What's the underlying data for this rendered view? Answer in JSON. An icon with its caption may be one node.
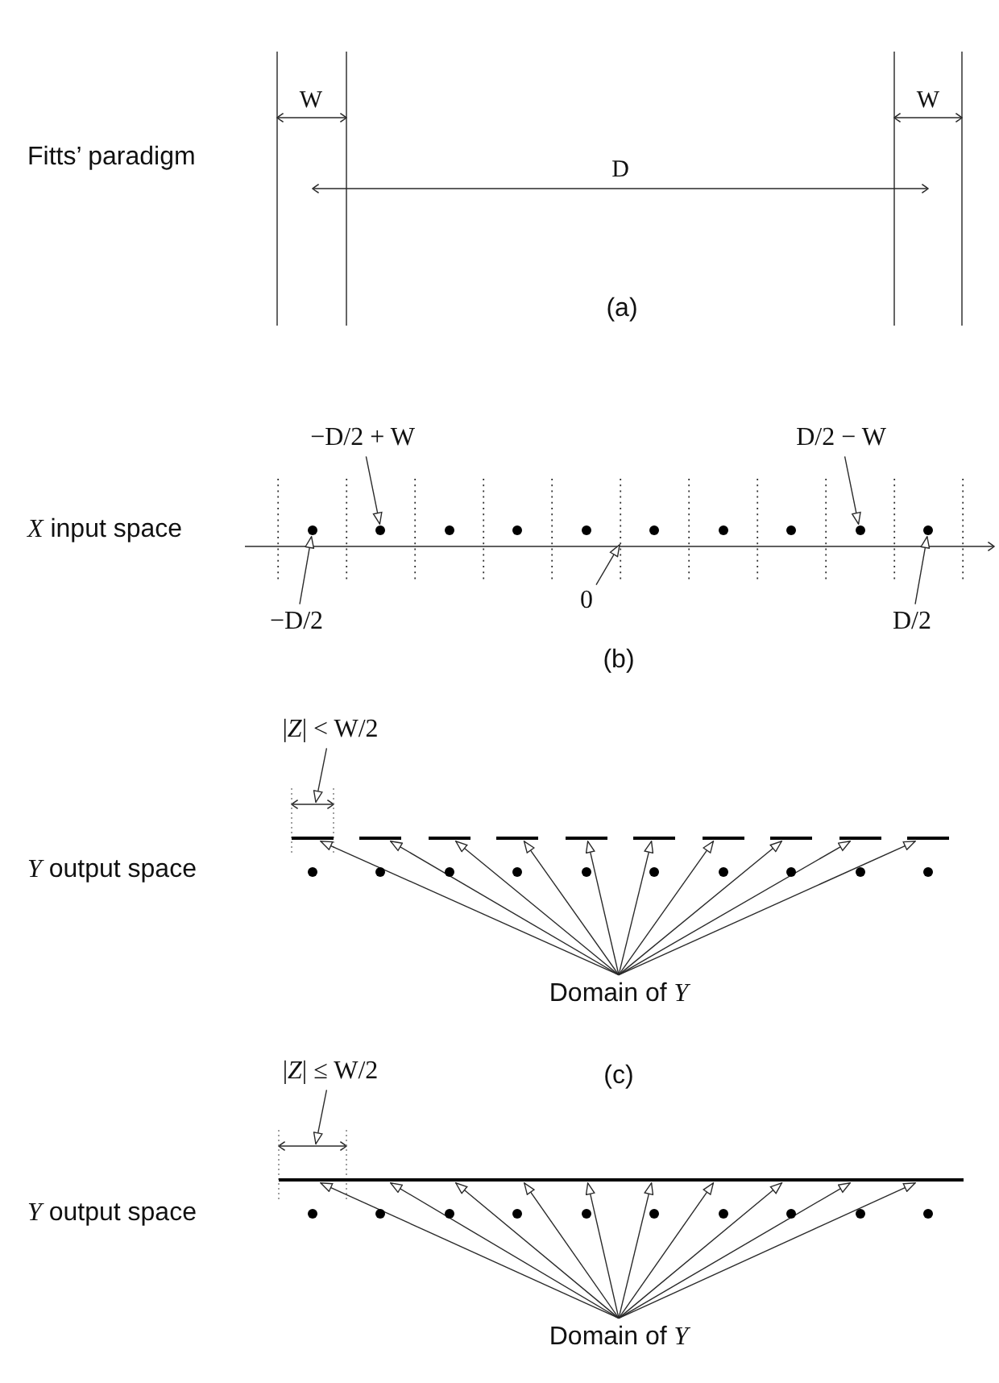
{
  "diagram": {
    "nodes": [
      {
        "text": [
          "−D/2 + W"
        ]
      },
      {
        "text": [
          "D/2 − W"
        ]
      },
      {
        "text": [],
        "shape": "circle"
      },
      {
        "text": [],
        "shape": "circle"
      },
      {
        "text": [],
        "shape": "circle"
      },
      {
        "text": [],
        "shape": "circle"
      },
      {
        "text": [
          "−D/2"
        ]
      },
      {
        "text": [
          "0"
        ]
      },
      {
        "text": [
          "D/2"
        ]
      },
      {
        "text": [
          "|*Z*| < W/2"
        ]
      },
      {
        "text": [],
        "shape": "bar"
      },
      {
        "text": [],
        "shape": "bar"
      },
      {
        "text": [],
        "shape": "bar"
      },
      {
        "text": [],
        "shape": "bar"
      },
      {
        "text": [],
        "shape": "bar"
      },
      {
        "text": [],
        "shape": "bar"
      },
      {
        "text": [],
        "shape": "bar"
      },
      {
        "text": [],
        "shape": "bar"
      },
      {
        "text": [],
        "shape": "bar"
      },
      {
        "text": [],
        "shape": "bar"
      },
      {
        "text": [
          "Domain of *Y*"
        ]
      },
      {
        "text": [
          "|*Z*| ≤ W/2"
        ]
      },
      {
        "text": [],
        "shape": "bar"
      },
      {
        "text": [
          "Domain of *Y*"
        ]
      }
    ],
    "edges": [
      {
        "from": 0,
        "to": 3,
        "arrow": "to"
      },
      {
        "from": 1,
        "to": 4,
        "arrow": "to"
      },
      {
        "from": 6,
        "to": 2,
        "arrow": "to"
      },
      {
        "from": 7,
        "to": null,
        "arrow": "to"
      },
      {
        "from": 8,
        "to": 5,
        "arrow": "to"
      },
      {
        "from": 9,
        "to": 10,
        "arrow": "to"
      },
      {
        "from": 20,
        "to": 10,
        "arrow": "to"
      },
      {
        "from": 20,
        "to": 11,
        "arrow": "to"
      },
      {
        "from": 20,
        "to": 12,
        "arrow": "to"
      },
      {
        "from": 20,
        "to": 13,
        "arrow": "to"
      },
      {
        "from": 20,
        "to": 14,
        "arrow": "to"
      },
      {
        "from": 20,
        "to": 15,
        "arrow": "to"
      },
      {
        "from": 20,
        "to": 16,
        "arrow": "to"
      },
      {
        "from": 20,
        "to": 17,
        "arrow": "to"
      },
      {
        "from": 20,
        "to": 18,
        "arrow": "to"
      },
      {
        "from": 20,
        "to": 19,
        "arrow": "to"
      },
      {
        "from": 21,
        "to": 22,
        "arrow": "to"
      },
      {
        "from": 23,
        "to": 22,
        "arrow": "to"
      },
      {
        "from": 23,
        "to": 22,
        "arrow": "to"
      },
      {
        "from": 23,
        "to": 22,
        "arrow": "to"
      },
      {
        "from": 23,
        "to": 22,
        "arrow": "to"
      },
      {
        "from": 23,
        "to": 22,
        "arrow": "to"
      },
      {
        "from": 23,
        "to": 22,
        "arrow": "to"
      },
      {
        "from": 23,
        "to": 22,
        "arrow": "to"
      },
      {
        "from": 23,
        "to": 22,
        "arrow": "to"
      },
      {
        "from": 23,
        "to": 22,
        "arrow": "to"
      },
      {
        "from": 23,
        "to": 22,
        "arrow": "to"
      }
    ],
    "labels": [
      "W",
      "W",
      "Fitts’ paradigm",
      "D",
      "(a)",
      "*X* input space",
      "(b)",
      "*Y* output space",
      "(c)",
      "*Y* output space"
    ]
  }
}
